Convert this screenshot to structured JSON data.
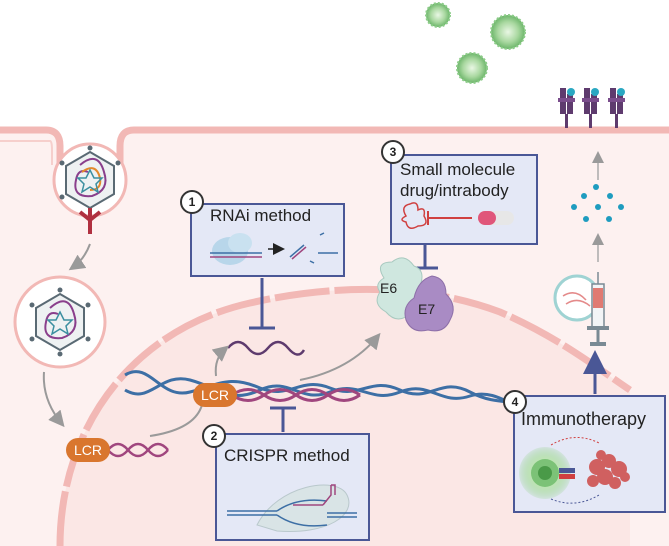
{
  "methods": {
    "rnai": {
      "number": "1",
      "label": "RNAi method"
    },
    "crispr": {
      "number": "2",
      "label": "CRISPR method"
    },
    "small_molecule": {
      "number": "3",
      "label_line1": "Small molecule",
      "label_line2": "drug/intrabody"
    },
    "immunotherapy": {
      "number": "4",
      "label": "Immunotherapy"
    }
  },
  "lcr_labels": {
    "nuclear": "LCR",
    "viral": "LCR"
  },
  "proteins": {
    "e6": "E6",
    "e7": "E7"
  },
  "colors": {
    "box_fill": "#e4e8f6",
    "box_border": "#4a5796",
    "membrane": "#f2b8b5",
    "cytoplasm": "#fdf1f0",
    "lcr": "#d9762e",
    "dna_blue": "#3d6fa5",
    "dna_purple": "#a0467e",
    "inhibitor": "#4a5796"
  }
}
